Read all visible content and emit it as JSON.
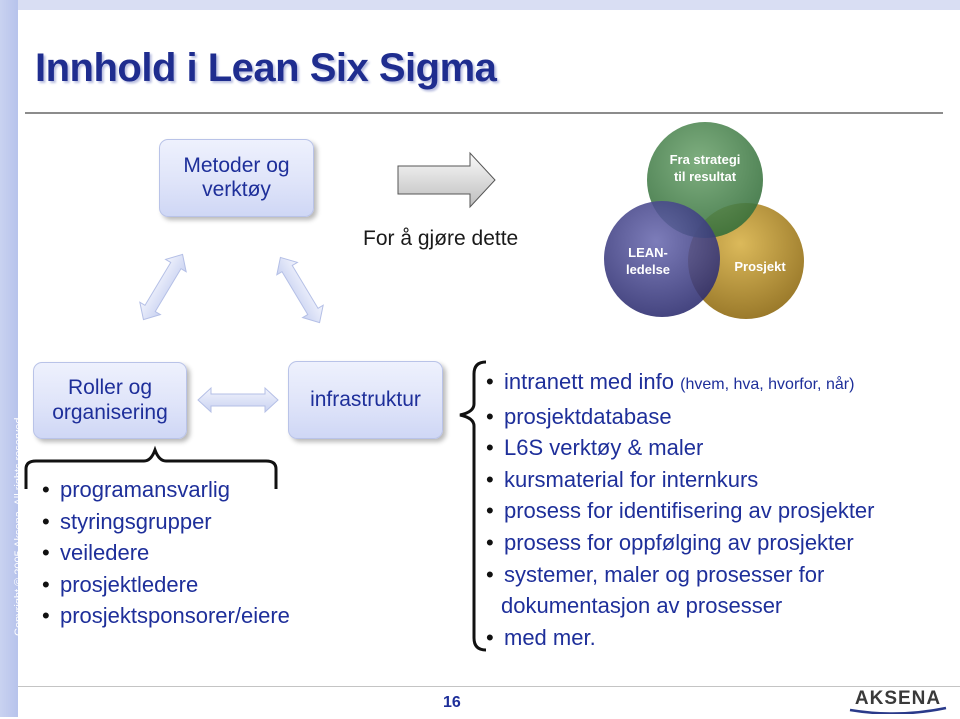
{
  "copyright": "Copyright © 2005 Aksena. All rights reserved.",
  "title": "Innhold i Lean Six Sigma",
  "boxes": {
    "methods": [
      "Metoder og",
      "verktøy"
    ],
    "roles": [
      "Roller og",
      "organisering"
    ],
    "infra": "infrastruktur"
  },
  "action_label": "For å gjøre dette",
  "venn": {
    "top": [
      "Fra strategi",
      "til resultat"
    ],
    "left": [
      "LEAN-",
      "ledelse"
    ],
    "right": "Prosjekt",
    "colors": {
      "top": "#3f7a45",
      "left": "#3b3b82",
      "right": "#b38a28"
    }
  },
  "left_list": [
    "programansvarlig",
    "styringsgrupper",
    "veiledere",
    "prosjektledere",
    "prosjektsponsorer/eiere"
  ],
  "right_list": {
    "first_main": "intranett med info",
    "first_extra": "(hvem, hva, hvorfor, når)",
    "items": [
      "prosjektdatabase",
      "L6S verktøy & maler",
      "kursmaterial for internkurs",
      "prosess for identifisering av prosjekter",
      "prosess for oppfølging av prosjekter",
      "systemer, maler og prosesser for"
    ],
    "continuation": "dokumentasjon av prosesser",
    "last": "med mer."
  },
  "page_number": "16",
  "logo_text": "AKSENA",
  "colors": {
    "accent": "#1e2f9a",
    "title": "#1f2d8f",
    "sidebar": "#b7c3ec"
  }
}
